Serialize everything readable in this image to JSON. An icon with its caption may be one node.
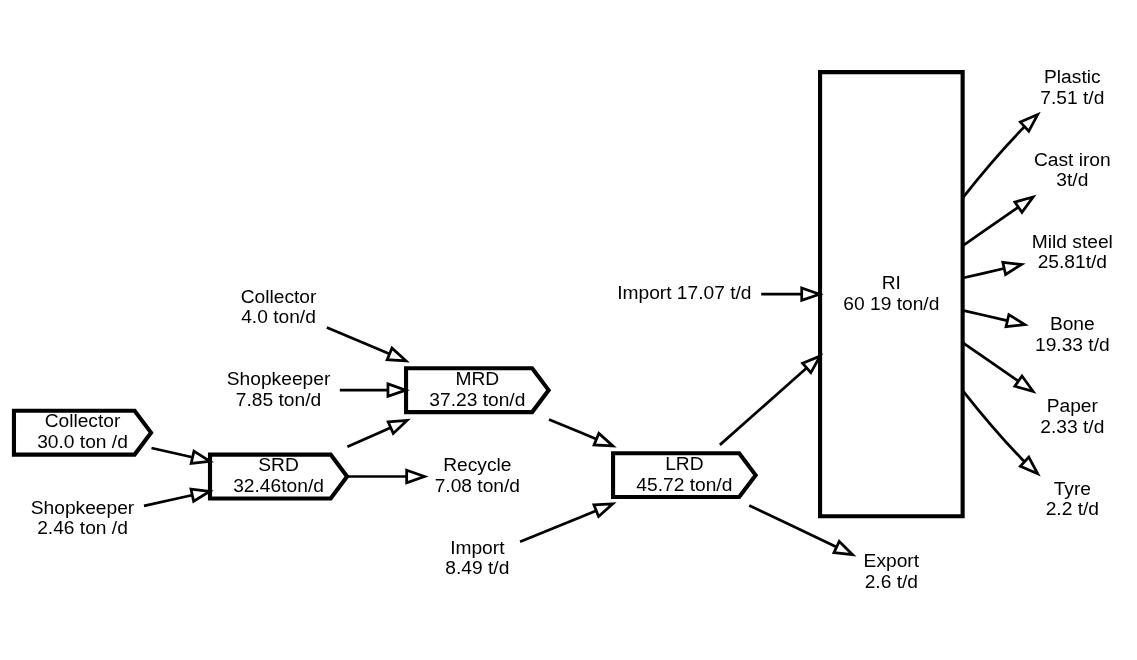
{
  "diagram": {
    "nodes": [
      {
        "text": [
          "Collector",
          "30.0 ton /d"
        ]
      },
      {
        "text": [
          "SRD",
          "32.46ton/d"
        ]
      },
      {
        "text": [
          "MRD",
          "37.23 ton/d"
        ]
      },
      {
        "text": [
          "LRD",
          "45.72 ton/d"
        ]
      },
      {
        "text": [
          "RI",
          "60 19 ton/d"
        ]
      },
      {
        "text": [
          "Shopkeeper",
          "2.46 ton /d"
        ]
      },
      {
        "text": [
          "Recycle",
          "7.08 ton/d"
        ]
      },
      {
        "text": [
          "Collector",
          "4.0 ton/d"
        ]
      },
      {
        "text": [
          "Shopkeeper",
          "7.85 ton/d"
        ]
      },
      {
        "text": [
          "Import",
          "8.49 t/d"
        ]
      },
      {
        "text": [
          "Export",
          "2.6 t/d"
        ]
      },
      {
        "text": [
          "Import 17.07 t/d"
        ]
      },
      {
        "text": [
          "Plastic",
          "7.51 t/d"
        ]
      },
      {
        "text": [
          "Cast iron",
          "3t/d"
        ]
      },
      {
        "text": [
          "Mild steel",
          "25.81t/d"
        ]
      },
      {
        "text": [
          "Bone",
          "19.33 t/d"
        ]
      },
      {
        "text": [
          "Paper",
          "2.33 t/d"
        ]
      },
      {
        "text": [
          "Tyre",
          "2.2 t/d"
        ]
      }
    ],
    "edges": [
      {
        "from": 0,
        "to": 1,
        "arrow": "to"
      },
      {
        "from": 1,
        "to": 2,
        "arrow": "to"
      },
      {
        "from": 2,
        "to": 3,
        "arrow": "to"
      },
      {
        "from": 3,
        "to": 4,
        "arrow": "to"
      },
      {
        "from": 5,
        "to": 1,
        "arrow": "to"
      },
      {
        "from": 1,
        "to": 6,
        "arrow": "to"
      },
      {
        "from": 7,
        "to": 2,
        "arrow": "to"
      },
      {
        "from": 8,
        "to": 2,
        "arrow": "to"
      },
      {
        "from": 9,
        "to": 3,
        "arrow": "to"
      },
      {
        "from": 3,
        "to": 10,
        "arrow": "to"
      },
      {
        "from": 11,
        "to": 4,
        "arrow": "to"
      },
      {
        "from": 4,
        "to": 12,
        "arrow": "to"
      },
      {
        "from": 4,
        "to": 13,
        "arrow": "to"
      },
      {
        "from": 4,
        "to": 14,
        "arrow": "to"
      },
      {
        "from": 4,
        "to": 15,
        "arrow": "to"
      },
      {
        "from": 4,
        "to": 16,
        "arrow": "to"
      },
      {
        "from": 4,
        "to": 17,
        "arrow": "to"
      }
    ]
  }
}
